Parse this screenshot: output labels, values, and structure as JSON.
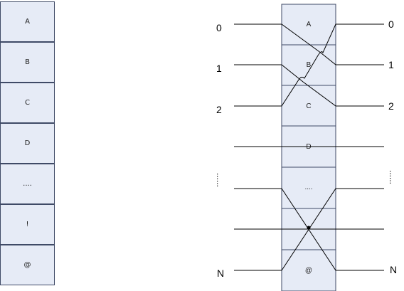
{
  "left_column": {
    "cells": [
      "A",
      "B",
      "C",
      "D",
      "....",
      "!",
      "@"
    ]
  },
  "right_diagram": {
    "cells": [
      "A",
      "B",
      "C",
      "D",
      "....",
      "",
      "@"
    ],
    "left_labels": [
      "0",
      "1",
      "2",
      "N"
    ],
    "right_labels": [
      "0",
      "1",
      "2",
      "N"
    ],
    "ellipsis_left": "......",
    "ellipsis_right": "......"
  },
  "colors": {
    "cell_fill": "#e6ebf6",
    "cell_border": "#3f4a66",
    "line": "#000000"
  }
}
